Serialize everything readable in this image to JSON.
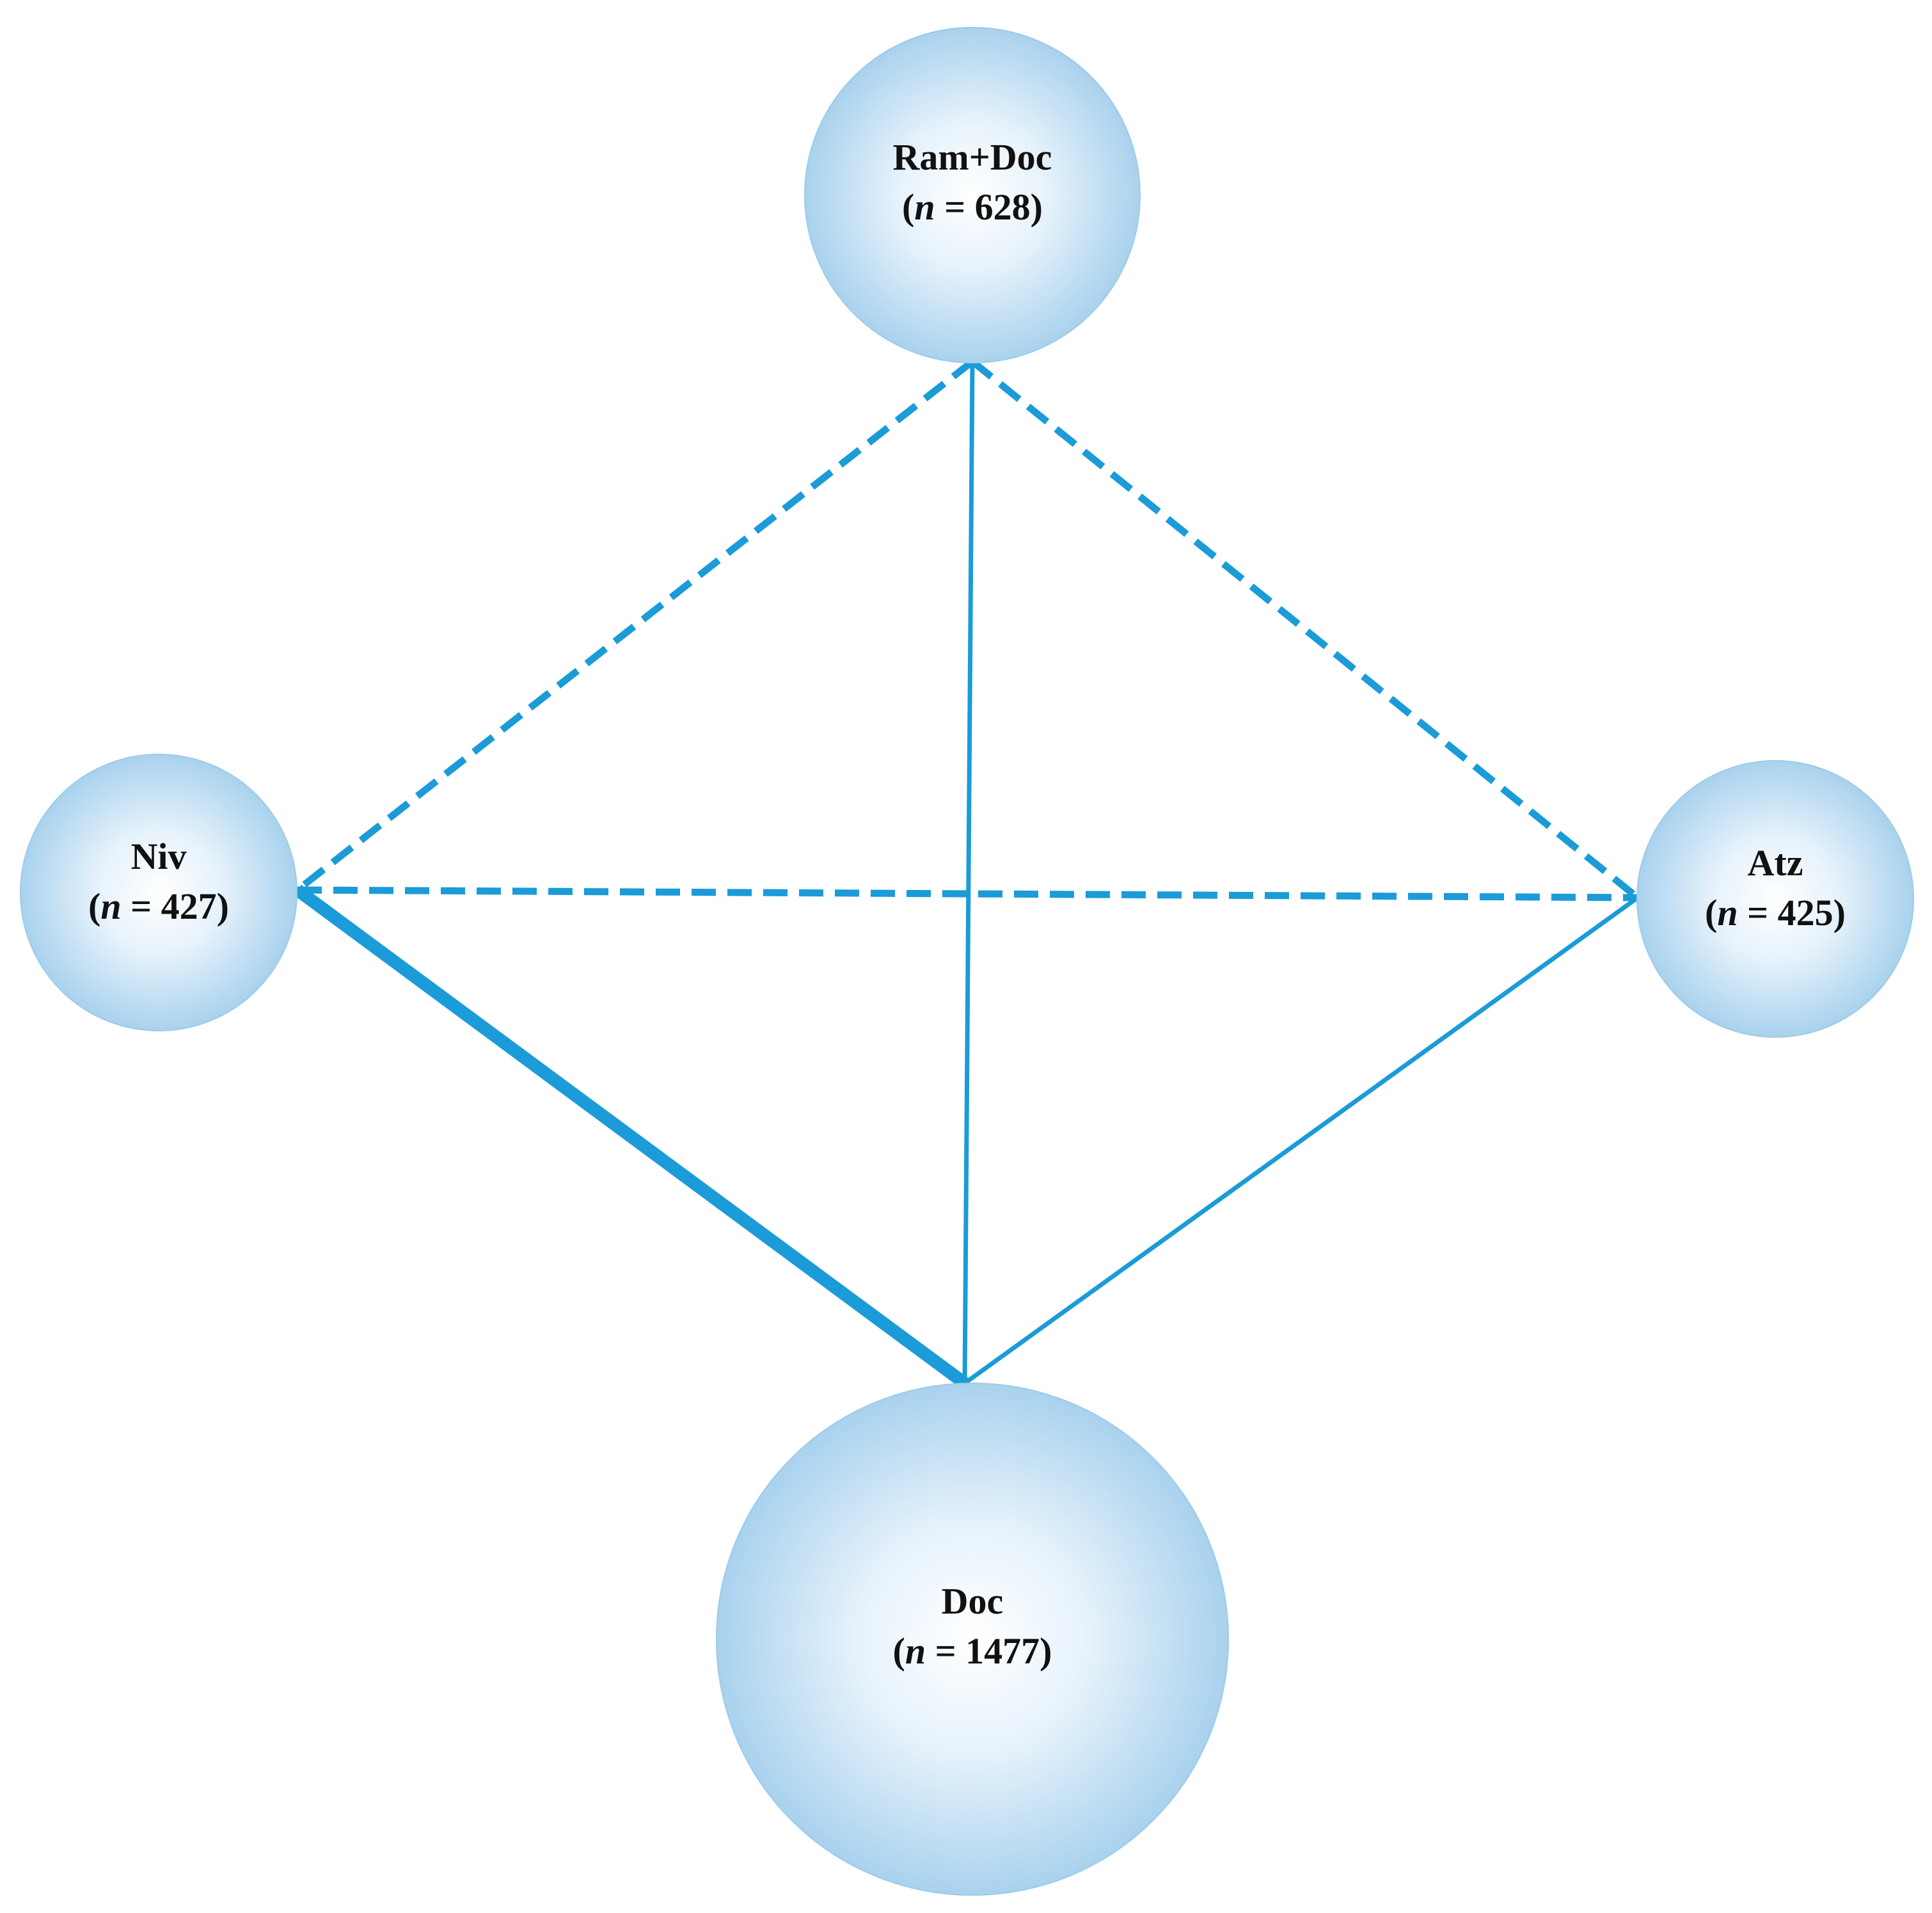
{
  "diagram": {
    "type": "network-meta-analysis",
    "nodes": [
      {
        "id": "ramdoc",
        "name": "Ram+Doc",
        "n_prefix": "(",
        "n_symbol": "n",
        "n_suffix": " = 628)",
        "n": 628
      },
      {
        "id": "niv",
        "name": "Niv",
        "n_prefix": "(",
        "n_symbol": "n",
        "n_suffix": " = 427)",
        "n": 427
      },
      {
        "id": "atz",
        "name": "Atz",
        "n_prefix": "(",
        "n_symbol": "n",
        "n_suffix": " = 425)",
        "n": 425
      },
      {
        "id": "doc",
        "name": "Doc",
        "n_prefix": "(",
        "n_symbol": "n",
        "n_suffix": " = 1477)",
        "n": 1477
      }
    ],
    "edges": [
      {
        "from": "ramdoc",
        "to": "niv",
        "style": "dashed",
        "weight": 2
      },
      {
        "from": "ramdoc",
        "to": "atz",
        "style": "dashed",
        "weight": 2
      },
      {
        "from": "niv",
        "to": "atz",
        "style": "dashed",
        "weight": 2
      },
      {
        "from": "ramdoc",
        "to": "doc",
        "style": "solid",
        "weight": 1
      },
      {
        "from": "niv",
        "to": "doc",
        "style": "solid",
        "weight": 4
      },
      {
        "from": "atz",
        "to": "doc",
        "style": "solid",
        "weight": 1
      }
    ],
    "colors": {
      "edge": "#1b9bd8",
      "node_center": "#ffffff",
      "node_edge": "#a9d2ee",
      "node_outline": "#9ccbe8",
      "label": "#111111"
    }
  }
}
